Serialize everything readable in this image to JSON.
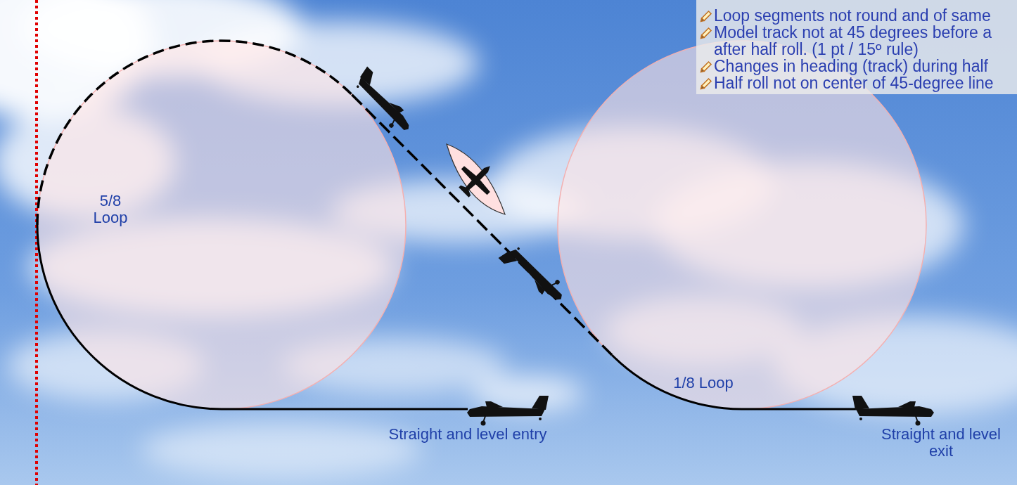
{
  "diagram": {
    "nodes": [
      {
        "text": [
          "Loop segments not round and of same",
          "Model track not at 45 degrees before a after half roll. (1 pt / 15º rule)",
          "Changes in heading (track) during half",
          "Half roll not on center of 45-degree line"
        ]
      }
    ],
    "labels": [
      "5/8 Loop",
      "1/8 Loop",
      "Straight and level entry",
      "Straight and level exit"
    ]
  }
}
